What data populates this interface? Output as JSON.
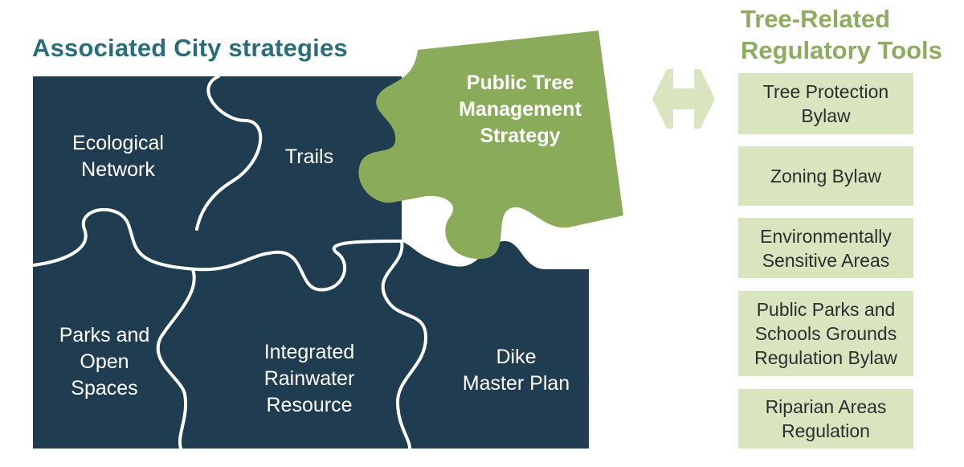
{
  "left_title": "Associated City strategies",
  "right_title": [
    "Tree-Related",
    "Regulatory Tools"
  ],
  "pieces": {
    "ecological": [
      "Ecological",
      "Network"
    ],
    "trails": [
      "Trails"
    ],
    "public_tree": [
      "Public Tree",
      "Management",
      "Strategy"
    ],
    "parks": [
      "Parks and",
      "Open",
      "Spaces"
    ],
    "rainwater": [
      "Integrated",
      "Rainwater",
      "Resource"
    ],
    "dike": [
      "Dike",
      "Master Plan"
    ]
  },
  "tools": [
    [
      "Tree Protection",
      "Bylaw"
    ],
    [
      "Zoning Bylaw"
    ],
    [
      "Environmentally",
      "Sensitive Areas"
    ],
    [
      "Public Parks and",
      "Schools Grounds",
      "Regulation Bylaw"
    ],
    [
      "Riparian Areas",
      "Regulation"
    ]
  ],
  "colors": {
    "navy": "#1f3c50",
    "green_piece": "#8aab59",
    "tool_fill": "#d9e5bf",
    "arrow_fill": "#d9e5bf",
    "left_title": "#2b6d7c",
    "right_title": "#8eac5f"
  },
  "icons": {
    "connector": "double-arrow-icon"
  }
}
